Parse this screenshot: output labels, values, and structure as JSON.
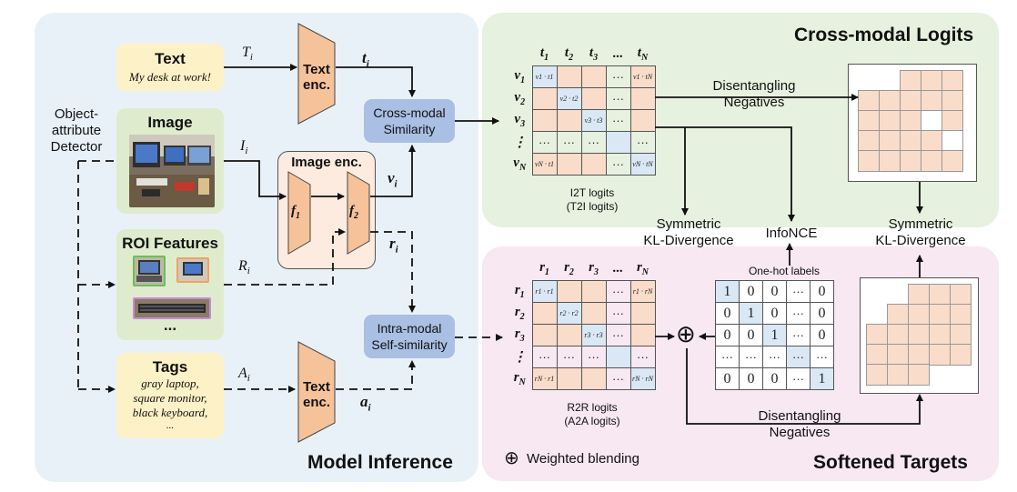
{
  "panels": {
    "model_inference": "Model Inference",
    "cross_modal_logits": "Cross-modal Logits",
    "softened_targets": "Softened Targets"
  },
  "left": {
    "detector_label": "Object-\nattribute\nDetector",
    "text_box": {
      "title": "Text",
      "caption": "My desk at work!"
    },
    "image_box": {
      "title": "Image"
    },
    "roi_box": {
      "title": "ROI Features",
      "ellipsis": "..."
    },
    "tags_box": {
      "title": "Tags",
      "lines": [
        "gray laptop,",
        "square monitor,",
        "black keyboard,",
        "..."
      ]
    },
    "symbols": {
      "T": "T",
      "T_sub": "i",
      "I": "I",
      "I_sub": "i",
      "R": "R",
      "R_sub": "i",
      "A": "A",
      "A_sub": "i",
      "t": "t",
      "t_sub": "i",
      "v": "v",
      "v_sub": "i",
      "r": "r",
      "r_sub": "i",
      "a": "a",
      "a_sub": "i"
    },
    "text_enc_top": "Text\nenc.",
    "text_enc_bottom": "Text\nenc.",
    "image_enc": {
      "title": "Image enc.",
      "f1": "f",
      "f1_sub": "1",
      "f2": "f",
      "f2_sub": "2"
    },
    "cross_modal_similarity": "Cross-modal\nSimilarity",
    "intra_modal_similarity": "Intra-modal\nSelf-similarity"
  },
  "i2t_matrix": {
    "col_heads": [
      {
        "b": "t",
        "s": "1"
      },
      {
        "b": "t",
        "s": "2"
      },
      {
        "b": "t",
        "s": "3"
      },
      {
        "b": "...",
        "s": ""
      },
      {
        "b": "t",
        "s": "N"
      }
    ],
    "row_heads": [
      {
        "b": "v",
        "s": "1"
      },
      {
        "b": "v",
        "s": "2"
      },
      {
        "b": "v",
        "s": "3"
      },
      {
        "b": "⋮",
        "s": ""
      },
      {
        "b": "v",
        "s": "N"
      }
    ],
    "cells": [
      [
        "v1 · t1",
        "",
        "",
        "···",
        "v1 · tN"
      ],
      [
        "",
        "v2 · t2",
        "",
        "···",
        ""
      ],
      [
        "",
        "",
        "v3 · t3",
        "···",
        ""
      ],
      [
        "···",
        "···",
        "···",
        "",
        "···"
      ],
      [
        "vN · t1",
        "",
        "",
        "···",
        "vN · tN"
      ]
    ],
    "caption": "I2T logits\n(T2I logits)"
  },
  "r2r_matrix": {
    "col_heads": [
      {
        "b": "r",
        "s": "1"
      },
      {
        "b": "r",
        "s": "2"
      },
      {
        "b": "r",
        "s": "3"
      },
      {
        "b": "...",
        "s": ""
      },
      {
        "b": "r",
        "s": "N"
      }
    ],
    "row_heads": [
      {
        "b": "r",
        "s": "1"
      },
      {
        "b": "r",
        "s": "2"
      },
      {
        "b": "r",
        "s": "3"
      },
      {
        "b": "⋮",
        "s": ""
      },
      {
        "b": "r",
        "s": "N"
      }
    ],
    "cells": [
      [
        "r1 · r1",
        "",
        "",
        "···",
        "r1 · rN"
      ],
      [
        "",
        "r2 · r2",
        "",
        "···",
        ""
      ],
      [
        "",
        "",
        "r3 · r3",
        "···",
        ""
      ],
      [
        "···",
        "···",
        "···",
        "",
        "···"
      ],
      [
        "rN · r1",
        "",
        "",
        "···",
        "rN · rN"
      ]
    ],
    "caption": "R2R logits\n(A2A logits)"
  },
  "onehot_matrix": {
    "title": "One-hot labels",
    "cells": [
      [
        "1",
        "0",
        "0",
        "···",
        "0"
      ],
      [
        "0",
        "1",
        "0",
        "···",
        "0"
      ],
      [
        "0",
        "0",
        "1",
        "···",
        "0"
      ],
      [
        "···",
        "···",
        "···",
        "···",
        "···"
      ],
      [
        "0",
        "0",
        "0",
        "···",
        "1"
      ]
    ]
  },
  "labels": {
    "disentangling_top": "Disentangling\nNegatives",
    "disentangling_bottom": "Disentangling\nNegatives",
    "sym_kl_left": "Symmetric\nKL-Divergence",
    "infonce": "InfoNCE",
    "sym_kl_right": "Symmetric\nKL-Divergence",
    "weighted_blending": "Weighted blending",
    "oplus": "⊕"
  },
  "colors": {
    "left_panel": "#e9f1f8",
    "top_right_panel": "#e6f1df",
    "bottom_right_panel": "#f7e8f2",
    "cream": "#fdf1c7",
    "green_box": "#deeccd",
    "encoder": "#f6c29a",
    "image_enc_box": "#fcebde",
    "similarity_box": "#a9bfe4",
    "cell_peach": "#f9dcc9",
    "cell_blue": "#d9e8f4"
  }
}
